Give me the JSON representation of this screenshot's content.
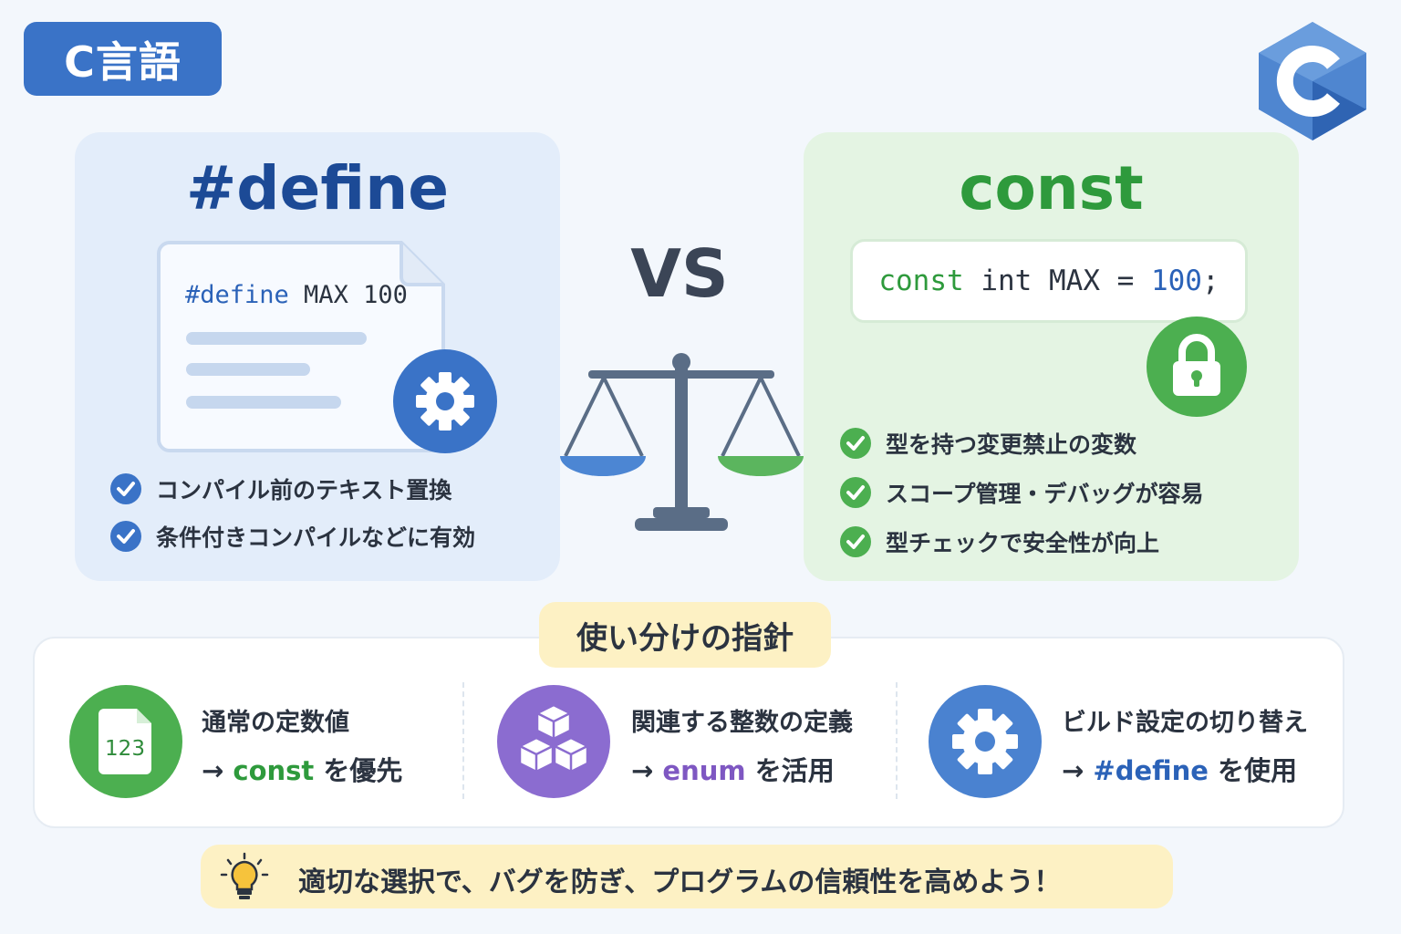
{
  "header": {
    "badge": "C言語"
  },
  "define_panel": {
    "title": "#define",
    "code_keyword": "#define",
    "code_rest": " MAX 100",
    "features": [
      "コンパイル前のテキスト置換",
      "条件付きコンパイルなどに有効"
    ]
  },
  "vs": "VS",
  "const_panel": {
    "title": "const",
    "code_keyword": "const",
    "code_mid": " int MAX = ",
    "code_number": "100",
    "code_end": ";",
    "features": [
      "型を持つ変更禁止の変数",
      "スコープ管理・デバッグが容易",
      "型チェックで安全性が向上"
    ]
  },
  "guide": {
    "title": "使い分けの指針",
    "items": [
      {
        "line1": "通常の定数値",
        "arrow": "→ ",
        "keyword": "const",
        "suffix": " を優先",
        "icon_text": "123"
      },
      {
        "line1": "関連する整数の定義",
        "arrow": "→ ",
        "keyword": "enum",
        "suffix": " を活用"
      },
      {
        "line1": "ビルド設定の切り替え",
        "arrow": "→ ",
        "keyword": "#define",
        "suffix": " を使用"
      }
    ]
  },
  "tip": "適切な選択で、バグを防ぎ、プログラムの信頼性を高めよう！",
  "colors": {
    "blue": "#3a73c7",
    "green": "#2e9a3c",
    "purple": "#8b6cd0",
    "yellow": "#fdf1c4"
  },
  "icons": [
    "c-logo-icon",
    "document-icon",
    "gear-icon",
    "lock-icon",
    "balance-scale-icon",
    "check-icon",
    "number-file-icon",
    "cubes-icon",
    "lightbulb-icon"
  ]
}
